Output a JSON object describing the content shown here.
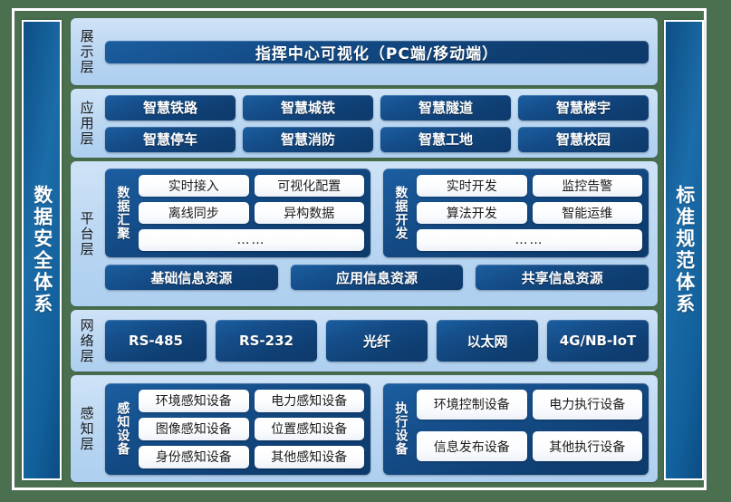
{
  "diagram": {
    "title": "smart-system-layered-architecture",
    "colors": {
      "background": "#4a7050",
      "frame": "#ffffff",
      "pillar": "#12609b",
      "layer_panel": "#b9d6f2",
      "navy_block": "#0f3f73",
      "chip": "#ffffff"
    }
  },
  "pillars": {
    "left": "数据安全体系",
    "right": "标准规范体系"
  },
  "layers": [
    {
      "id": "display",
      "label": "展示层",
      "banner": "指挥中心可视化（PC端/移动端）"
    },
    {
      "id": "application",
      "label": "应用层",
      "items": [
        "智慧铁路",
        "智慧城铁",
        "智慧隧道",
        "智慧楼宇",
        "智慧停车",
        "智慧消防",
        "智慧工地",
        "智慧校园"
      ]
    },
    {
      "id": "platform",
      "label": "平台层",
      "groups": [
        {
          "title": "数据汇聚",
          "rows": [
            [
              "实时接入",
              "可视化配置"
            ],
            [
              "离线同步",
              "异构数据"
            ]
          ],
          "more": "……"
        },
        {
          "title": "数据开发",
          "rows": [
            [
              "实时开发",
              "监控告警"
            ],
            [
              "算法开发",
              "智能运维"
            ]
          ],
          "more": "……"
        }
      ],
      "resources": [
        "基础信息资源",
        "应用信息资源",
        "共享信息资源"
      ]
    },
    {
      "id": "network",
      "label": "网络层",
      "items": [
        "RS-485",
        "RS-232",
        "光纤",
        "以太网",
        "4G/NB-IoT"
      ]
    },
    {
      "id": "sensing",
      "label": "感知层",
      "groups": [
        {
          "title": "感知设备",
          "items": [
            "环境感知设备",
            "电力感知设备",
            "图像感知设备",
            "位置感知设备",
            "身份感知设备",
            "其他感知设备"
          ]
        },
        {
          "title": "执行设备",
          "items": [
            "环境控制设备",
            "电力执行设备",
            "信息发布设备",
            "其他执行设备"
          ]
        }
      ]
    }
  ]
}
